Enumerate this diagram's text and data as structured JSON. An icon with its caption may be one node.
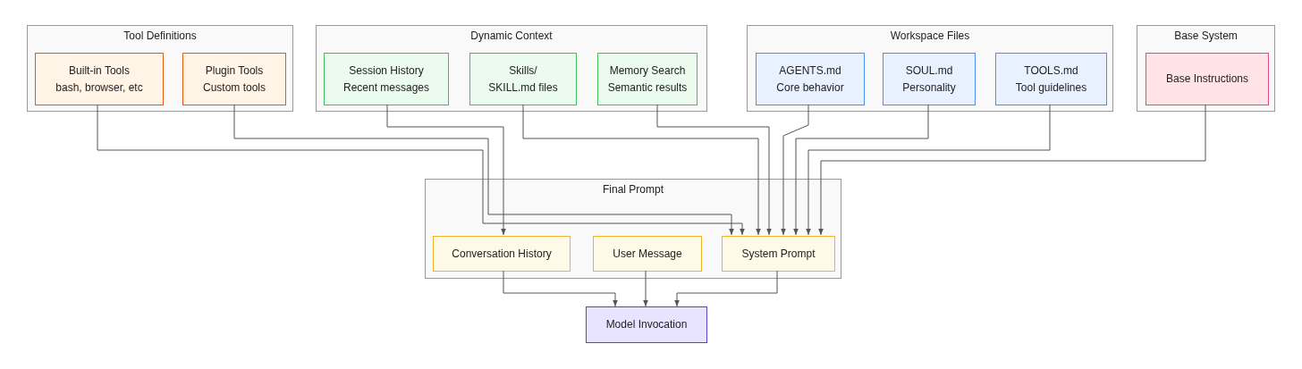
{
  "diagram": {
    "nodes": [
      {
        "text": [
          "Tool Definitions"
        ]
      },
      {
        "text": [
          "Built-in Tools",
          "bash, browser, etc"
        ],
        "in": 0
      },
      {
        "text": [
          "Plugin Tools",
          "Custom tools"
        ],
        "in": 0
      },
      {
        "text": [
          "Dynamic Context"
        ]
      },
      {
        "text": [
          "Session History",
          "Recent messages"
        ],
        "in": 3
      },
      {
        "text": [
          "Skills/",
          "SKILL.md files"
        ],
        "in": 3
      },
      {
        "text": [
          "Memory Search",
          "Semantic results"
        ],
        "in": 3
      },
      {
        "text": [
          "Workspace Files"
        ]
      },
      {
        "text": [
          "AGENTS.md",
          "Core behavior"
        ],
        "in": 7
      },
      {
        "text": [
          "SOUL.md",
          "Personality"
        ],
        "in": 7
      },
      {
        "text": [
          "TOOLS.md",
          "Tool guidelines"
        ],
        "in": 7
      },
      {
        "text": [
          "Base System"
        ]
      },
      {
        "text": [
          "Base Instructions"
        ],
        "in": 11
      },
      {
        "text": [
          "Final Prompt"
        ]
      },
      {
        "text": [
          "Conversation History"
        ],
        "in": 13
      },
      {
        "text": [
          "User Message"
        ],
        "in": 13
      },
      {
        "text": [
          "System Prompt"
        ],
        "in": 13
      },
      {
        "text": [
          "Model Invocation"
        ]
      }
    ],
    "edges": [
      {
        "from": 1,
        "to": 16,
        "arrow": "to"
      },
      {
        "from": 2,
        "to": 16,
        "arrow": "to"
      },
      {
        "from": 4,
        "to": 14,
        "arrow": "to"
      },
      {
        "from": 5,
        "to": 16,
        "arrow": "to"
      },
      {
        "from": 6,
        "to": 16,
        "arrow": "to"
      },
      {
        "from": 8,
        "to": 16,
        "arrow": "to"
      },
      {
        "from": 9,
        "to": 16,
        "arrow": "to"
      },
      {
        "from": 10,
        "to": 16,
        "arrow": "to"
      },
      {
        "from": 12,
        "to": 16,
        "arrow": "to"
      },
      {
        "from": 14,
        "to": 17,
        "arrow": "to"
      },
      {
        "from": 15,
        "to": 17,
        "arrow": "to"
      },
      {
        "from": 16,
        "to": 17,
        "arrow": "to"
      }
    ]
  }
}
